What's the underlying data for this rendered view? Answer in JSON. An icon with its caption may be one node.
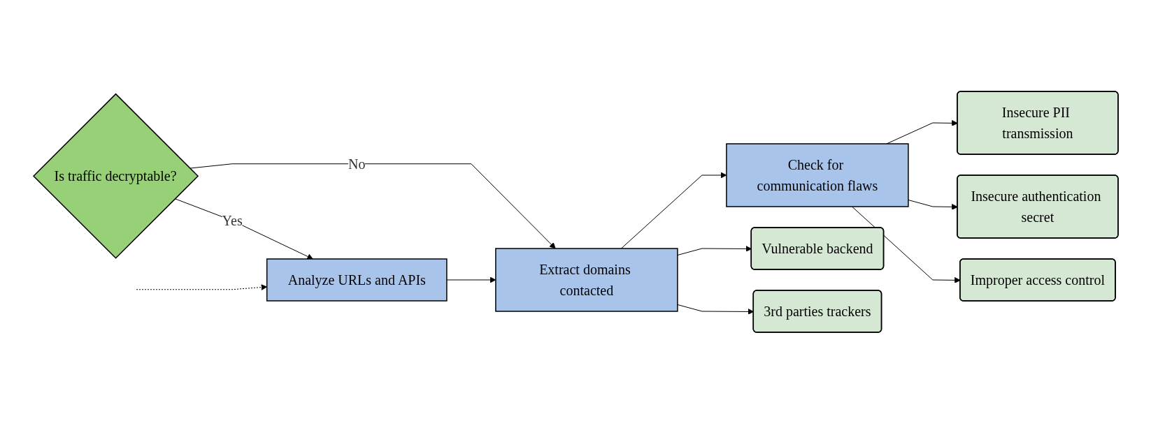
{
  "diagram": {
    "nodes": [
      {
        "text": [
          "Is traffic decryptable?"
        ]
      },
      {
        "text": [
          "Analyze URLs and APIs"
        ]
      },
      {
        "text": [
          "Extract domains contacted"
        ]
      },
      {
        "text": [
          "Check for communication flaws"
        ]
      },
      {
        "text": [
          "Insecure PII transmission"
        ]
      },
      {
        "text": [
          "Insecure authentication secret"
        ]
      },
      {
        "text": [
          "Improper access control"
        ]
      },
      {
        "text": [
          "Vulnerable backend"
        ]
      },
      {
        "text": [
          "3rd parties trackers"
        ]
      }
    ],
    "edges": [
      {
        "from": 0,
        "to": 1,
        "arrow": "to",
        "label": "Yes"
      },
      {
        "from": 0,
        "to": 2,
        "arrow": "to",
        "label": "No"
      },
      {
        "from": null,
        "to": 1,
        "arrow": "to",
        "style": "dashed"
      },
      {
        "from": 1,
        "to": 2,
        "arrow": "to"
      },
      {
        "from": 2,
        "to": 3,
        "arrow": "to"
      },
      {
        "from": 3,
        "to": 4,
        "arrow": "to"
      },
      {
        "from": 3,
        "to": 5,
        "arrow": "to"
      },
      {
        "from": 3,
        "to": 6,
        "arrow": "to"
      },
      {
        "from": 2,
        "to": 7,
        "arrow": "to"
      },
      {
        "from": 2,
        "to": 8,
        "arrow": "to"
      }
    ]
  }
}
